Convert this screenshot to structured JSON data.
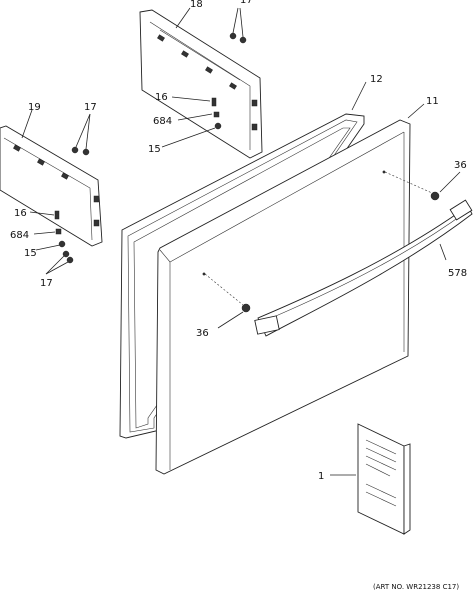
{
  "callouts": {
    "c18": "18",
    "c17_top": "17",
    "c19": "19",
    "c17_left": "17",
    "c12": "12",
    "c11": "11",
    "c16_top": "16",
    "c684_top": "684",
    "c15_top": "15",
    "c36_right": "36",
    "c16_left": "16",
    "c684_left": "684",
    "c15_left": "15",
    "c17_bottom": "17",
    "c578": "578",
    "c36_center": "36",
    "c1": "1"
  },
  "art_number": "(ART NO. WR21238 C17)"
}
